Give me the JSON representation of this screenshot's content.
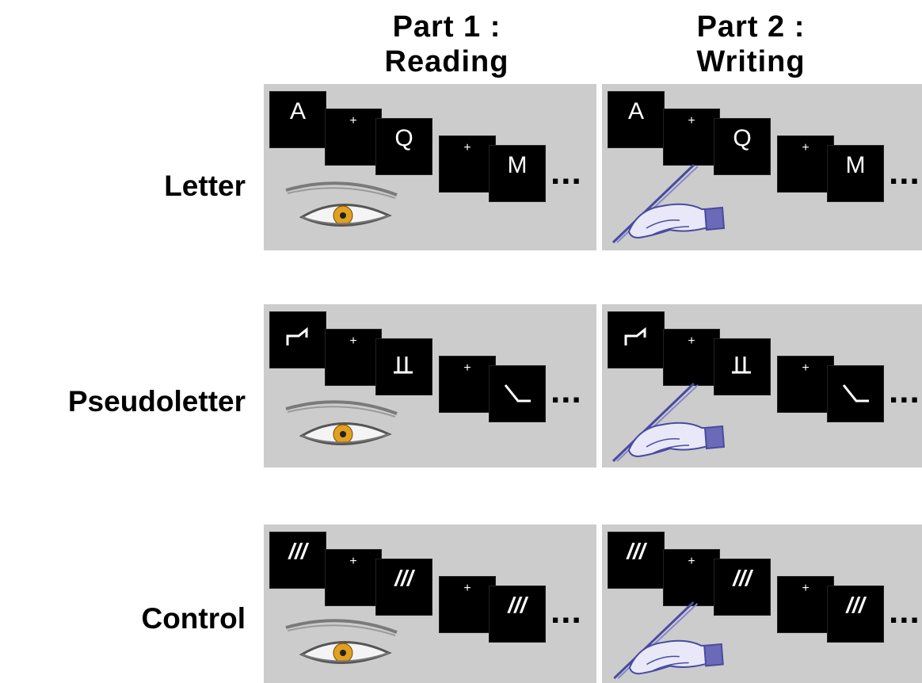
{
  "headers": {
    "part1": "Part 1 :",
    "part1_sub": "Reading",
    "part2": "Part 2 :",
    "part2_sub": "Writing"
  },
  "rows": [
    {
      "label": "Letter",
      "stimuli": [
        "A",
        "+",
        "Q",
        "+",
        "M"
      ],
      "continuation": "..."
    },
    {
      "label": "Pseudoletter",
      "stimuli": [
        "pseudoletter-1",
        "+",
        "pseudoletter-2",
        "+",
        "pseudoletter-3"
      ],
      "continuation": "..."
    },
    {
      "label": "Control",
      "stimuli": [
        "///",
        "+",
        "///",
        "+",
        "///"
      ],
      "continuation": "..."
    }
  ],
  "icons": {
    "reading": "eye-icon",
    "writing": "writing-hand-icon"
  },
  "colors": {
    "panel_background": "#cccccc",
    "stimulus_background": "#000000",
    "iris": "#e0a020",
    "hand_outline": "#4a4aa0"
  }
}
